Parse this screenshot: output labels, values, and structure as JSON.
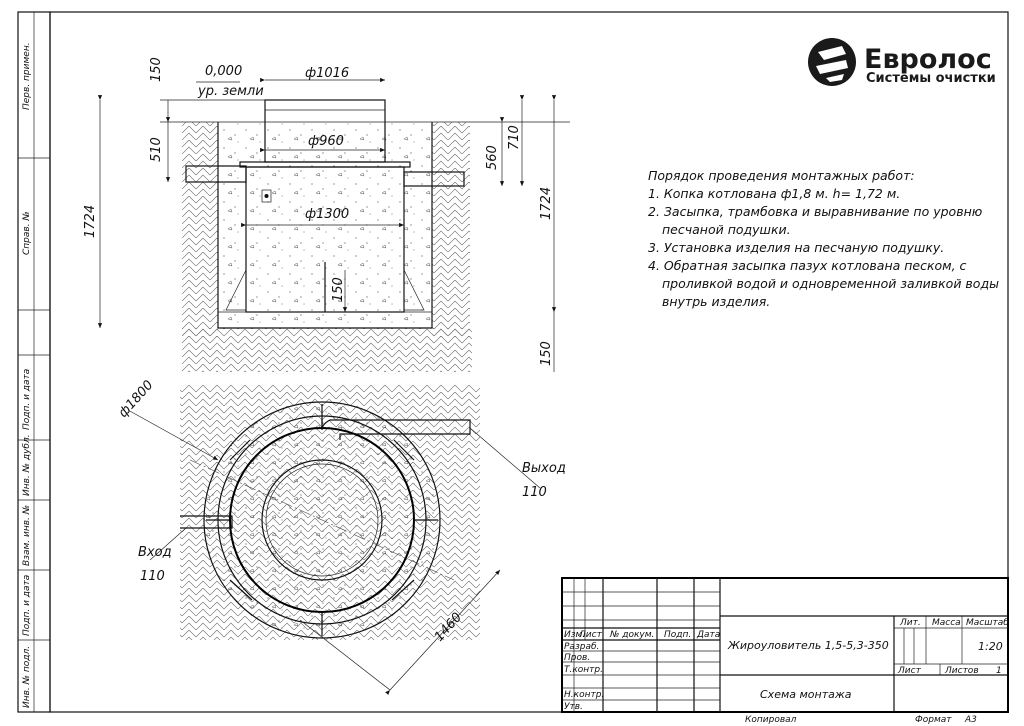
{
  "logo": {
    "name": "Евролос",
    "subtitle": "Системы очистки"
  },
  "section_view": {
    "dims": {
      "top_150": "150",
      "level": "0,000",
      "ground": "ур. земли",
      "d1016": "ф1016",
      "d960": "ф960",
      "d1300": "ф1300",
      "left_510": "510",
      "left_1724": "1724",
      "right_560": "560",
      "right_710": "710",
      "right_1724": "1724",
      "right_150": "150",
      "inner_150": "150"
    }
  },
  "plan_view": {
    "d1800": "ф1800",
    "outlet_label": "Выход",
    "outlet_size": "110",
    "inlet_label": "Вход",
    "inlet_size": "110",
    "d1460": "1460"
  },
  "notes": {
    "title": "Порядок проведения монтажных работ:",
    "lines": [
      "1. Копка котлована ф1,8 м. h= 1,72 м.",
      "2. Засыпка, трамбовка и выравнивание по уровню",
      "песчаной подушки.",
      "3. Установка изделия на песчаную подушку.",
      "4. Обратная засыпка пазух котлована песком, с",
      "проливкой водой и одновременной заливкой воды",
      "внутрь изделия."
    ]
  },
  "side_strip": [
    "Перв. примен.",
    "Справ. №",
    "Подп. и дата",
    "Инв. № дубл.",
    "Взам. инв. №",
    "Подп. и дата",
    "Инв. № подл."
  ],
  "title_block": {
    "headers": [
      "Изм.",
      "Лист",
      "№ докум.",
      "Подп.",
      "Дата"
    ],
    "rows": [
      "Разраб.",
      "Пров.",
      "Т.контр.",
      "Н.контр.",
      "Утв."
    ],
    "product": "Жироуловитель 1,5-5,3-350",
    "sheet_title": "Схема монтажа",
    "lit": "Лит.",
    "mass": "Масса",
    "scale_label": "Масштаб",
    "scale": "1:20",
    "sheet_label": "Лист",
    "sheets_label": "Листов",
    "sheets": "1",
    "copied": "Копировал",
    "format_label": "Формат",
    "format": "А3"
  }
}
